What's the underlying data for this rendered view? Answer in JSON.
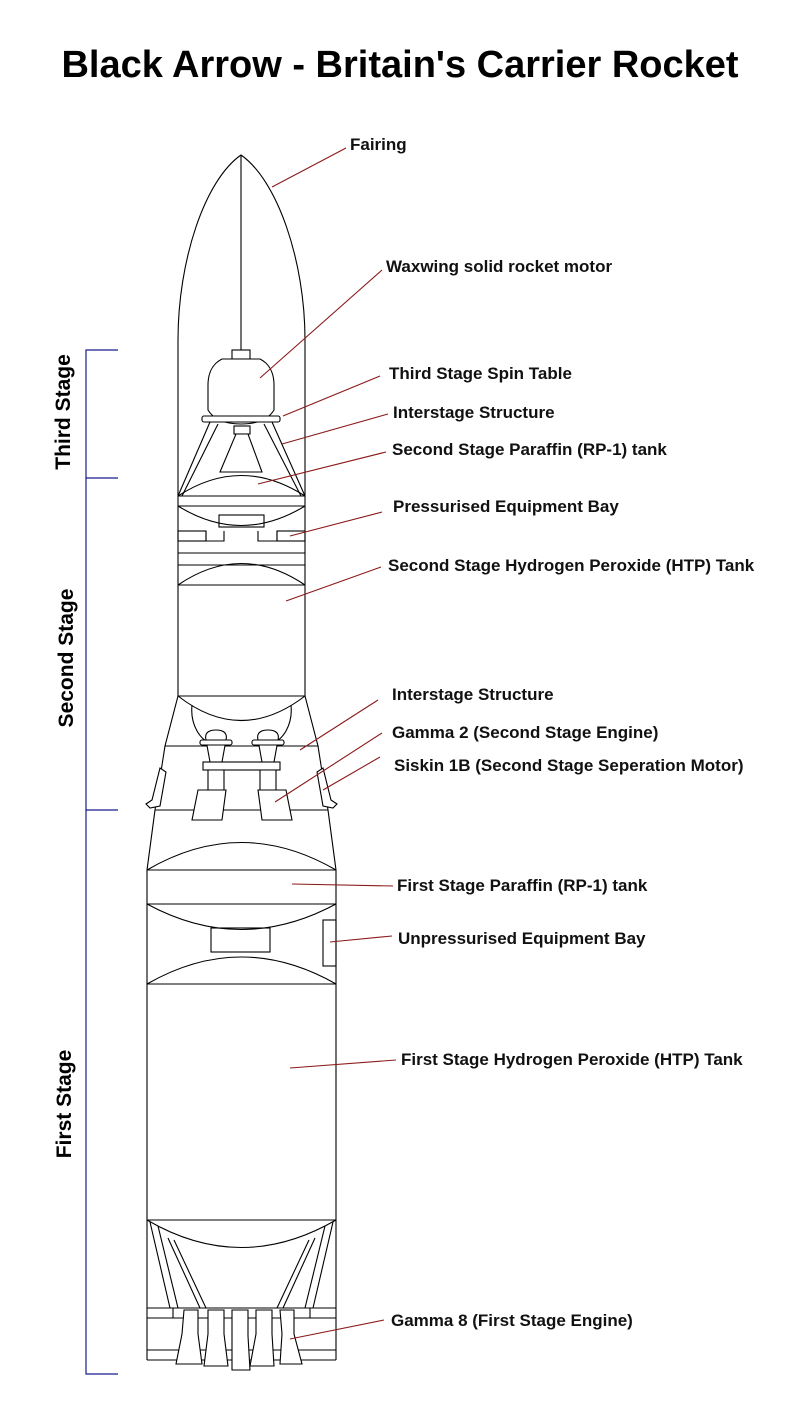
{
  "title": "Black Arrow - Britain's Carrier Rocket",
  "colors": {
    "leader": "#8b1a1a",
    "bracket": "#1a1a8b",
    "outline": "#000000"
  },
  "stages": [
    {
      "id": "third",
      "label": "Third Stage"
    },
    {
      "id": "second",
      "label": "Second Stage"
    },
    {
      "id": "first",
      "label": "First Stage"
    }
  ],
  "labels": [
    {
      "id": "fairing",
      "text": "Fairing"
    },
    {
      "id": "waxwing",
      "text": "Waxwing solid rocket motor"
    },
    {
      "id": "spin-table",
      "text": "Third Stage Spin Table"
    },
    {
      "id": "interstage-upper",
      "text": "Interstage Structure"
    },
    {
      "id": "second-rp1",
      "text": "Second Stage Paraffin (RP-1) tank"
    },
    {
      "id": "equip-bay",
      "text": "Pressurised Equipment Bay"
    },
    {
      "id": "second-htp",
      "text": "Second Stage Hydrogen Peroxide (HTP) Tank"
    },
    {
      "id": "interstage-lower",
      "text": "Interstage Structure"
    },
    {
      "id": "gamma2",
      "text": "Gamma 2 (Second Stage Engine)"
    },
    {
      "id": "siskin",
      "text": "Siskin 1B (Second Stage Seperation Motor)"
    },
    {
      "id": "first-rp1",
      "text": "First Stage Paraffin (RP-1) tank"
    },
    {
      "id": "unpress-bay",
      "text": "Unpressurised Equipment Bay"
    },
    {
      "id": "first-htp",
      "text": "First Stage Hydrogen Peroxide (HTP) Tank"
    },
    {
      "id": "gamma8",
      "text": "Gamma 8 (First Stage Engine)"
    }
  ]
}
